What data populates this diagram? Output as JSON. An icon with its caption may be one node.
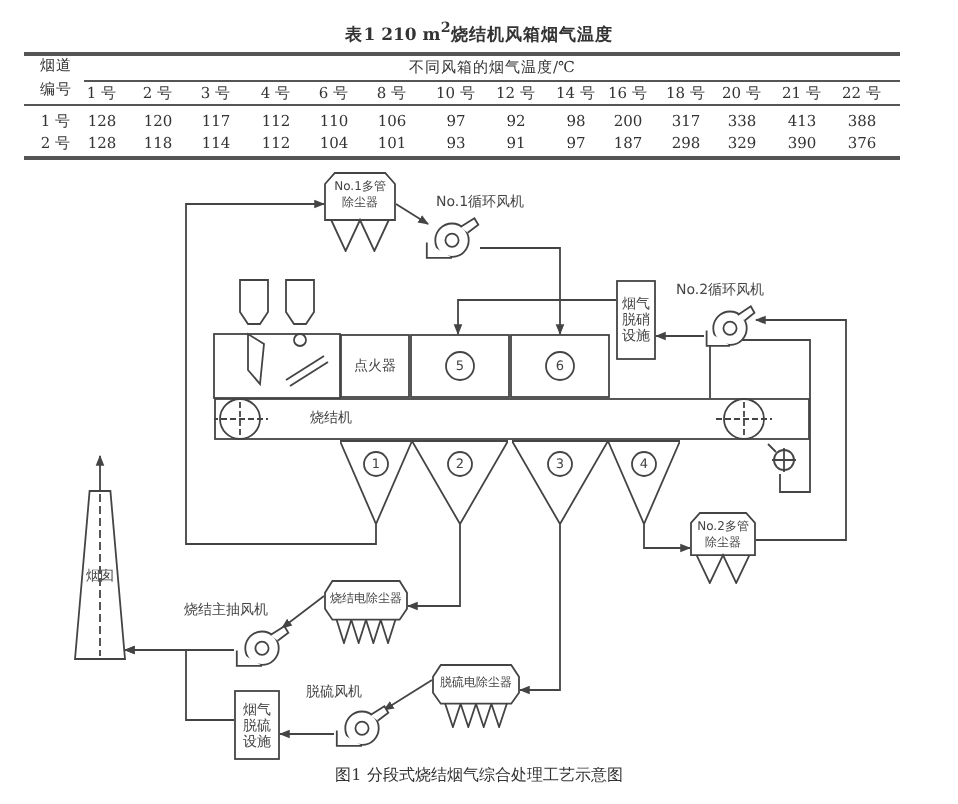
{
  "diagram": {
    "title": "表1 210 m$^{2}$烧结机风箱烟气温度",
    "caption": "图1 分段式烧结烟气综合处理工艺示意图",
    "nodes": [
      {
        "text": [
          "No.1多管除尘器"
        ]
      },
      {
        "text": [],
        "shape": "fan",
        "beside": [
          "No.1循环风机"
        ]
      },
      {
        "text": [],
        "shape": "fan",
        "beside": [
          "No.2循环风机"
        ]
      },
      {
        "text": [
          "烟气脱硝设施"
        ]
      },
      {
        "text": [
          "点火器"
        ]
      },
      {
        "text": [
          "5"
        ]
      },
      {
        "text": [
          "6"
        ]
      },
      {
        "text": [
          "烧结机"
        ]
      },
      {
        "text": [
          "1"
        ]
      },
      {
        "text": [
          "2"
        ]
      },
      {
        "text": [
          "3"
        ]
      },
      {
        "text": [
          "4"
        ]
      },
      {
        "text": [
          "No.2多管除尘器"
        ]
      },
      {
        "text": [
          "烟囱"
        ]
      },
      {
        "text": [],
        "shape": "fan",
        "beside": [
          "烧结主抽风机"
        ]
      },
      {
        "text": [
          "烧结电除尘器"
        ]
      },
      {
        "text": [],
        "shape": "fan",
        "beside": [
          "脱硫风机"
        ]
      },
      {
        "text": [
          "脱硫电除尘器"
        ]
      },
      {
        "text": [
          "烟气脱硫设施"
        ]
      }
    ],
    "edges": [
      {
        "from": 8,
        "to": 0,
        "arrow": "to"
      },
      {
        "from": 0,
        "to": 1,
        "arrow": "to"
      },
      {
        "from": 1,
        "to": 6,
        "arrow": "to"
      },
      {
        "from": 3,
        "to": 5,
        "arrow": "to"
      },
      {
        "from": 2,
        "to": 3,
        "arrow": "to"
      },
      {
        "from": 12,
        "to": 2,
        "arrow": "to"
      },
      {
        "from": 11,
        "to": 12,
        "arrow": "to"
      },
      {
        "from": 9,
        "to": 15,
        "arrow": "to"
      },
      {
        "from": 15,
        "to": 14,
        "arrow": "to"
      },
      {
        "from": 14,
        "to": 13,
        "arrow": "to"
      },
      {
        "from": 10,
        "to": 17,
        "arrow": "to"
      },
      {
        "from": 17,
        "to": 16,
        "arrow": "to"
      },
      {
        "from": 16,
        "to": 18,
        "arrow": "to"
      },
      {
        "from": 18,
        "to": 13,
        "arrow": "to"
      },
      {
        "from": 13,
        "to": null,
        "arrow": "to"
      }
    ],
    "labels": [
      "烟道编号",
      "不同风箱的烟气温度/℃",
      "1 号",
      "2 号",
      "3 号",
      "4 号",
      "6 号",
      "8 号",
      "10 号",
      "12 号",
      "14 号",
      "16 号",
      "18 号",
      "20 号",
      "21 号",
      "22 号",
      "1 号",
      "128",
      "120",
      "117",
      "112",
      "110",
      "106",
      "97",
      "92",
      "98",
      "200",
      "317",
      "338",
      "413",
      "388",
      "2 号",
      "128",
      "118",
      "114",
      "112",
      "104",
      "101",
      "93",
      "91",
      "97",
      "187",
      "298",
      "329",
      "390",
      "376"
    ]
  }
}
